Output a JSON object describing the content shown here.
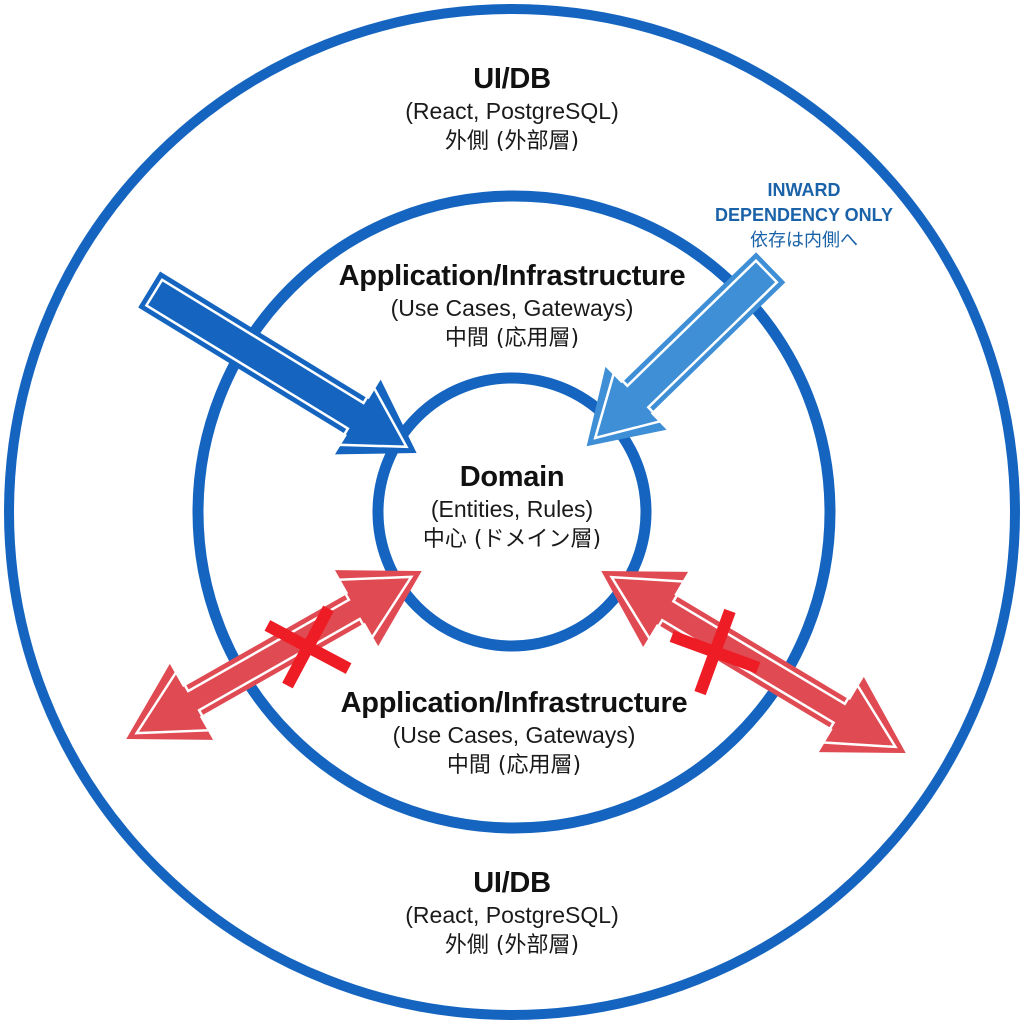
{
  "colors": {
    "ring": "#1565C0",
    "inward_arrow_dark": "#1565C0",
    "inward_arrow_light": "#3f8fd6",
    "forbidden_arrow": "#e04a52",
    "forbidden_cross": "#ee1c25",
    "note_text": "#1b63a8",
    "background": "#ffffff"
  },
  "layers": {
    "outer_top": {
      "title": "UI/DB",
      "subtitle": "(React, PostgreSQL)",
      "japanese": "外側 (外部層)"
    },
    "middle_top": {
      "title": "Application/Infrastructure",
      "subtitle": "(Use Cases, Gateways)",
      "japanese": "中間 (応用層)"
    },
    "core": {
      "title": "Domain",
      "subtitle": "(Entities, Rules)",
      "japanese": "中心 (ドメイン層)"
    },
    "middle_bottom": {
      "title": "Application/Infrastructure",
      "subtitle": "(Use Cases, Gateways)",
      "japanese": "中間 (応用層)"
    },
    "outer_bottom": {
      "title": "UI/DB",
      "subtitle": "(React, PostgreSQL)",
      "japanese": "外側 (外部層)"
    }
  },
  "annotation": {
    "line1": "INWARD",
    "line2": "DEPENDENCY ONLY",
    "japanese": "依存は内側へ"
  },
  "arrows": [
    {
      "name": "inward-arrow-left",
      "kind": "allowed",
      "direction": "inward",
      "icon": "arrow-down-right-icon"
    },
    {
      "name": "inward-arrow-right",
      "kind": "allowed",
      "direction": "inward",
      "icon": "arrow-down-left-icon"
    },
    {
      "name": "forbidden-arrow-left",
      "kind": "forbidden",
      "direction": "bidirectional",
      "icon": "double-arrow-icon",
      "cross_icon": "x-mark-icon"
    },
    {
      "name": "forbidden-arrow-right",
      "kind": "forbidden",
      "direction": "bidirectional",
      "icon": "double-arrow-icon",
      "cross_icon": "x-mark-icon"
    }
  ]
}
